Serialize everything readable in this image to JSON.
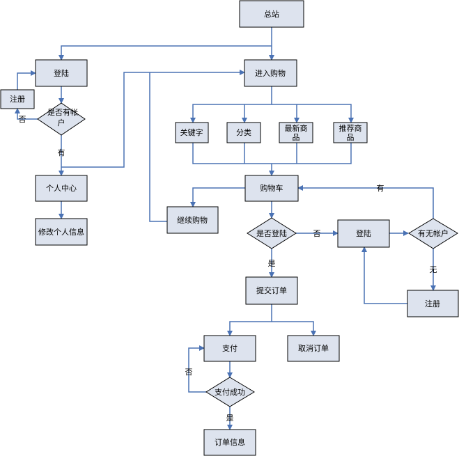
{
  "nodes": {
    "main_station": "总站",
    "login_left": "登陆",
    "register_left": "注册",
    "has_account_decision_line1": "是否有帐",
    "has_account_decision_line2": "户",
    "personal_center": "个人中心",
    "edit_personal_info": "修改个人信息",
    "enter_shopping": "进入购物",
    "keyword": "关键字",
    "category": "分类",
    "newest_products_line1": "最新商",
    "newest_products_line2": "品",
    "recommended_products_line1": "推荐商",
    "recommended_products_line2": "品",
    "shopping_cart": "购物车",
    "continue_shopping": "继续购物",
    "logged_in_decision": "是否登陆",
    "login_right": "登陆",
    "account_exists_decision": "有无帐户",
    "register_right": "注册",
    "submit_order": "提交订单",
    "pay": "支付",
    "cancel_order": "取消订单",
    "payment_success_decision": "支付成功",
    "order_info": "订单信息"
  },
  "edge_labels": {
    "no_account_left": "否",
    "has_account_left": "有",
    "not_logged_in": "否",
    "has_account_right": "有",
    "no_account_right": "无",
    "logged_in_yes": "是",
    "pay_failed": "否",
    "pay_success": "是"
  },
  "colors": {
    "node_fill": "#dde3ee",
    "node_border": "#000000",
    "arrow": "#4a72b4"
  }
}
